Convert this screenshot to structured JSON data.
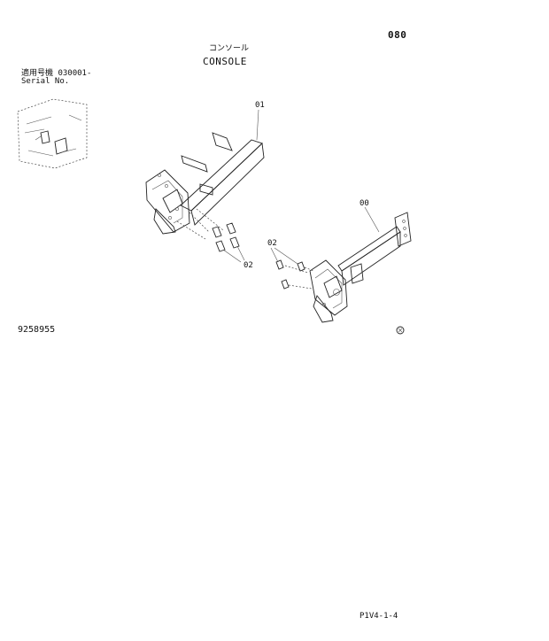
{
  "header": {
    "page_number": "080",
    "title_jp": "コンソール",
    "title_en": "CONSOLE"
  },
  "applicability": {
    "serial_label_jp": "適用号機",
    "serial_range": "030001-",
    "serial_label_en": "Serial No."
  },
  "diagram": {
    "callouts": [
      "01",
      "00",
      "02",
      "02"
    ]
  },
  "part_code": "9258955",
  "footer": {
    "reference": "P1V4-1-4"
  }
}
